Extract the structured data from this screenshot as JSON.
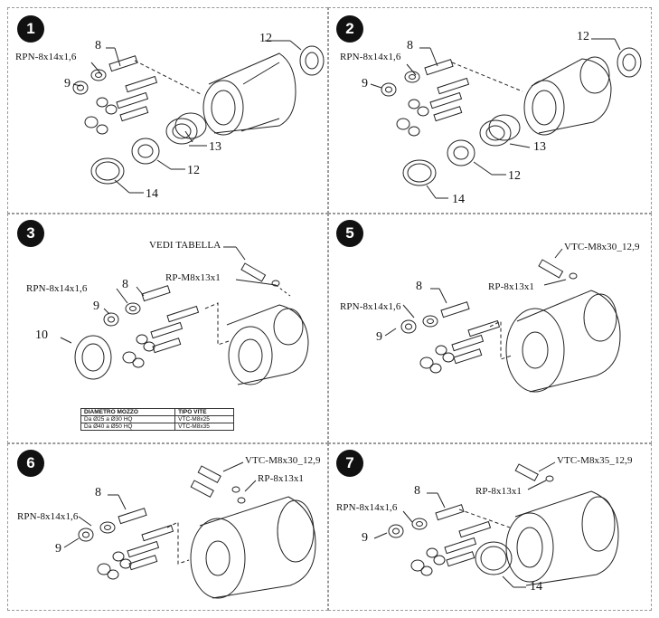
{
  "panels": [
    {
      "step": "1",
      "labels": {
        "rpn": "RPN-8x14x1,6",
        "part8": "8",
        "part9": "9",
        "part12a": "12",
        "part12b": "12",
        "part13": "13",
        "part14": "14"
      }
    },
    {
      "step": "2",
      "labels": {
        "rpn": "RPN-8x14x1,6",
        "part8": "8",
        "part9": "9",
        "part12a": "12",
        "part12b": "12",
        "part13": "13",
        "part14": "14"
      }
    },
    {
      "step": "3",
      "labels": {
        "vedi": "VEDI TABELLA",
        "rp": "RP-M8x13x1",
        "rpn": "RPN-8x14x1,6",
        "part8": "8",
        "part9": "9",
        "part10": "10"
      },
      "table": {
        "headers": [
          "DIAMETRO MOZZO",
          "TIPO VITE"
        ],
        "rows": [
          [
            "Da Ø25 a Ø30 HQ",
            "VTC-M8x25"
          ],
          [
            "Da Ø40 a Ø50 HQ",
            "VTC-M8x35"
          ]
        ]
      }
    },
    {
      "step": "5",
      "labels": {
        "vtc": "VTC-M8x30_12,9",
        "rp": "RP-8x13x1",
        "part8": "8",
        "rpn": "RPN-8x14x1,6",
        "part9": "9"
      }
    },
    {
      "step": "6",
      "labels": {
        "vtc": "VTC-M8x30_12,9",
        "rp": "RP-8x13x1",
        "part8": "8",
        "rpn": "RPN-8x14x1,6",
        "part9": "9"
      }
    },
    {
      "step": "7",
      "labels": {
        "vtc": "VTC-M8x35_12,9",
        "part8": "8",
        "rp": "RP-8x13x1",
        "rpn": "RPN-8x14x1,6",
        "part9": "9",
        "part14": "14"
      }
    }
  ]
}
